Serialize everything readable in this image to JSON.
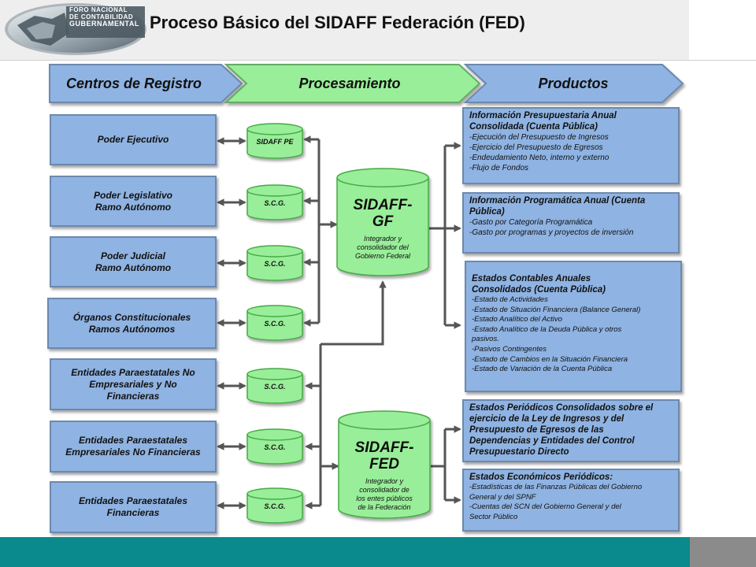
{
  "header": {
    "logo_lines": [
      "FORO NACIONAL",
      "DE CONTABILIDAD",
      "GUBERNAMENTAL"
    ],
    "title": "Proceso Básico del SIDAFF Federación (FED)"
  },
  "columns": {
    "registro": "Centros de Registro",
    "procesamiento": "Procesamiento",
    "productos": "Productos"
  },
  "sources": [
    {
      "lines": [
        "Poder Ejecutivo"
      ],
      "db": "SIDAFF PE"
    },
    {
      "lines": [
        "Poder Legislativo",
        "Ramo Autónomo"
      ],
      "db": "S.C.G."
    },
    {
      "lines": [
        "Poder Judicial",
        "Ramo Autónomo"
      ],
      "db": "S.C.G."
    },
    {
      "lines": [
        "Órganos Constitucionales",
        "Ramos Autónomos"
      ],
      "db": "S.C.G."
    },
    {
      "lines": [
        "Entidades Paraestatales No",
        "Empresariales y No",
        "Financieras"
      ],
      "db": "S.C.G."
    },
    {
      "lines": [
        "Entidades Paraestatales",
        "Empresariales No Financieras"
      ],
      "db": "S.C.G."
    },
    {
      "lines": [
        "Entidades Paraestatales",
        "Financieras"
      ],
      "db": "S.C.G."
    }
  ],
  "processors": [
    {
      "title_lines": [
        "SIDAFF-",
        "GF"
      ],
      "desc_lines": [
        "Integrador y",
        "consolidador del",
        "Gobierno Federal"
      ]
    },
    {
      "title_lines": [
        "SIDAFF-",
        "FED"
      ],
      "desc_lines": [
        "Integrador y",
        "consolidador de",
        "los entes públicos",
        "de la Federación"
      ]
    }
  ],
  "products": [
    {
      "heading": [
        "Información Presupuestaria Anual",
        "Consolidada (Cuenta Pública)"
      ],
      "items": [
        "-Ejecución del Presupuesto de Ingresos",
        "-Ejercicio del Presupuesto de Egresos",
        "-Endeudamiento Neto, interno y externo",
        "-Flujo de Fondos"
      ]
    },
    {
      "heading": [
        "Información Programática Anual (Cuenta",
        "Pública)"
      ],
      "items": [
        "-Gasto por Categoría Programática",
        "-Gasto por programas y proyectos de inversión"
      ]
    },
    {
      "heading": [
        "Estados Contables Anuales",
        "Consolidados (Cuenta Pública)"
      ],
      "items": [
        "-Estado de Actividades",
        "-Estado de Situación Financiera (Balance General)",
        "-Estado Analítico del Activo",
        "-Estado Analítico de la Deuda Pública y otros",
        "pasivos.",
        "-Pasivos Contingentes",
        "-Estado de Cambios en la Situación Financiera",
        "-Estado de Variación de la Cuenta Pública"
      ]
    },
    {
      "heading": [
        "Estados Periódicos Consolidados sobre el",
        "ejercicio de la Ley de Ingresos y del",
        "Presupuesto de Egresos de las",
        "Dependencias y Entidades del Control",
        "Presupuestario Directo"
      ],
      "items": []
    },
    {
      "heading": [
        "Estados Económicos Periódicos:"
      ],
      "items": [
        "-Estadísticas de las Finanzas Públicas del Gobierno",
        "General y del SPNF",
        "-Cuentas del SCN del Gobierno General y del",
        "Sector Público"
      ]
    }
  ],
  "colors": {
    "box_fill": "#8fb3e2",
    "box_border": "#6d89ad",
    "process_fill": "#99ee99",
    "db_fill": "#99ee99",
    "arrow": "#555555",
    "footer": "#0a8a8c",
    "footer_gray": "#8b8b8b"
  }
}
